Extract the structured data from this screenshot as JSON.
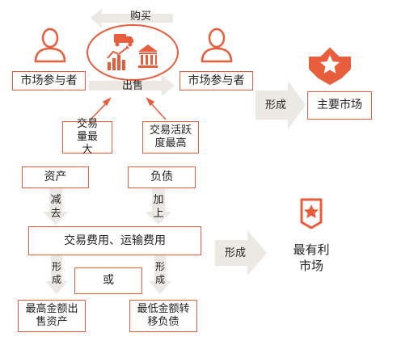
{
  "arrows": {
    "buy": "购买",
    "sell": "出售",
    "form_top": "形成",
    "form_bottom": "形成",
    "reduce": [
      "减",
      "去"
    ],
    "add": [
      "加",
      "上"
    ],
    "form_left": [
      "形",
      "成"
    ],
    "form_right": [
      "形",
      "成"
    ]
  },
  "participants": {
    "left": "市场参与者",
    "right": "市场参与者"
  },
  "main_market": "主要市场",
  "conditions": {
    "volume": "交易量最大",
    "activity": "交易活跃度最高"
  },
  "items": {
    "asset": "资产",
    "liability": "负债",
    "costs": "交易费用、运输费用",
    "or": "或",
    "max_sell": "最高金额出售资产",
    "min_transfer": "最低金额转移负债"
  },
  "best_market": "最有利市场",
  "colors": {
    "accent": "#e85d3c",
    "arrow_fill": "#ece8e3"
  },
  "icons": [
    "person-icon",
    "truck-icon",
    "bar-chart-icon",
    "bank-icon",
    "star-badge-icon",
    "shield-star-icon"
  ]
}
